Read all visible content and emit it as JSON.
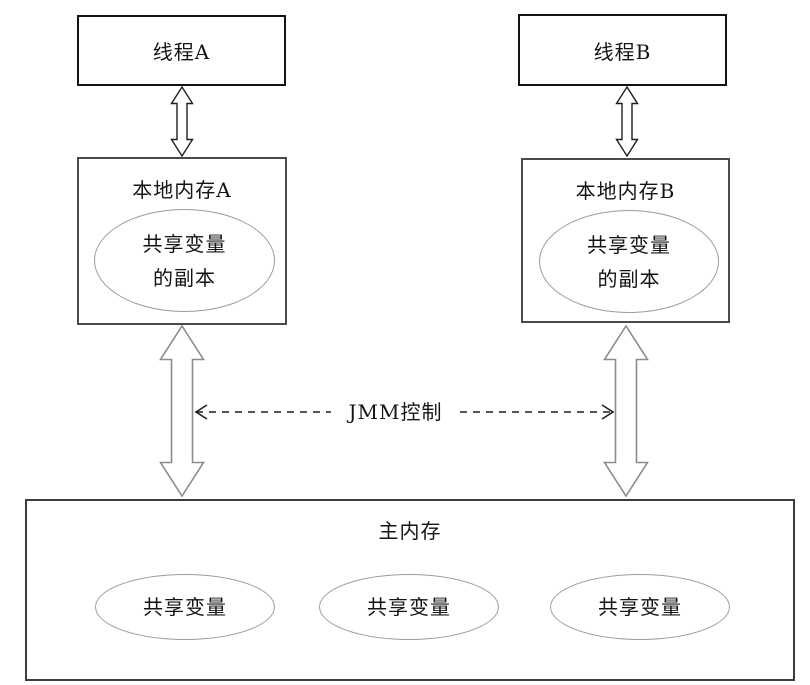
{
  "nodes": {
    "thread_a": {
      "label": "线程A"
    },
    "thread_b": {
      "label": "线程B"
    },
    "local_memory_a": {
      "label": "本地内存A",
      "ellipse": {
        "line1": "共享变量",
        "line2": "的副本"
      }
    },
    "local_memory_b": {
      "label": "本地内存B",
      "ellipse": {
        "line1": "共享变量",
        "line2": "的副本"
      }
    },
    "main_memory": {
      "label": "主内存",
      "ellipses": [
        "共享变量",
        "共享变量",
        "共享变量"
      ]
    }
  },
  "connections": {
    "jmm_label": "JMM控制"
  },
  "colors": {
    "background": "#ffffff",
    "thread_box_border": "#141414",
    "memory_box_border": "#4a4a4a",
    "main_box_border": "#3d3d3d",
    "ellipse_border": "#9c9c9c",
    "small_arrow_stroke": "#1f1f1f",
    "large_arrow_stroke": "#8c8c8c",
    "dashed_arrow_stroke": "#1f1f1f",
    "text": "#141414"
  }
}
